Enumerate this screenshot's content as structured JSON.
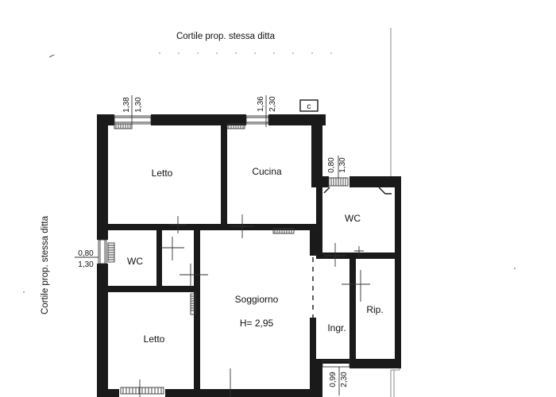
{
  "plan": {
    "courtyard_top": "Cortile prop. stessa ditta",
    "courtyard_left": "Cortile prop. stessa ditta",
    "rooms": {
      "letto_top": "Letto",
      "cucina": "Cucina",
      "wc_right": "WC",
      "wc_left": "WC",
      "soggiorno": "Soggiorno",
      "soggiorno_height": "H= 2,95",
      "letto_bottom": "Letto",
      "ingresso": "Ingr.",
      "ripostiglio": "Rip."
    },
    "window_labels": {
      "w1_top": "1,38",
      "w1_bottom": "1,30",
      "w2_top": "1,36",
      "w2_bottom": "2,30",
      "w3_top": "0,80",
      "w3_bottom": "1,30",
      "w4_top": "0,80",
      "w4_bottom": "1,30",
      "w5_top": "0,99",
      "w5_bottom": "2,30"
    },
    "marker_c": "c"
  }
}
